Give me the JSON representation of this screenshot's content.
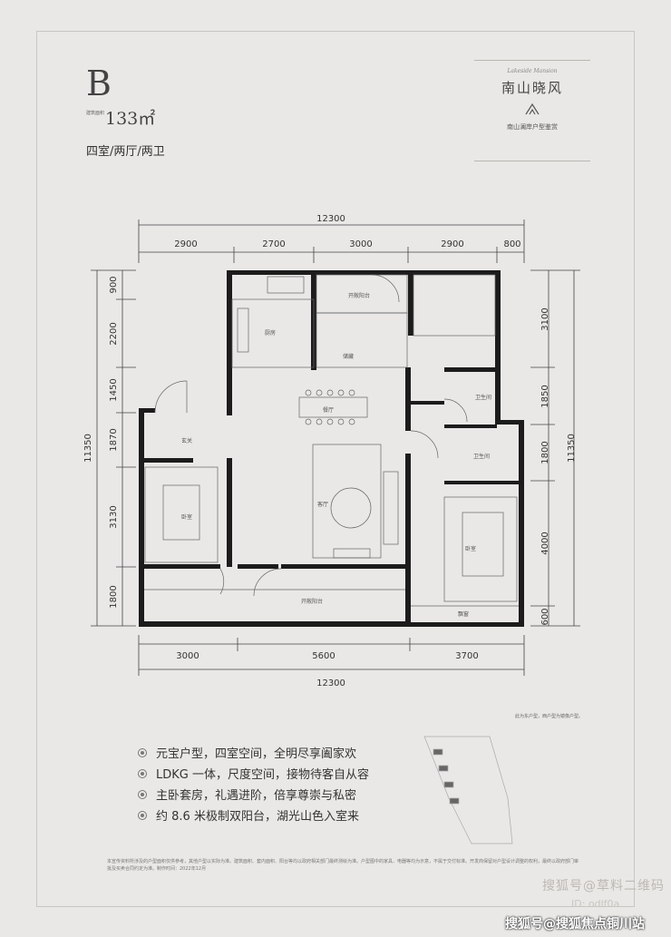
{
  "header": {
    "type_letter": "B",
    "area_small_label": "建筑面积",
    "area_value": "133㎡",
    "rooms": "四室/两厅/两卫"
  },
  "brand": {
    "script": "Lakeside Mansion",
    "name": "南山晓风",
    "subtitle": "南山澜岸户型鉴赏"
  },
  "dimensions": {
    "top_total": "12300",
    "top_segments": [
      "2900",
      "2700",
      "3000",
      "2900",
      "800"
    ],
    "bottom_segments": [
      "3000",
      "5600",
      "3700"
    ],
    "bottom_total": "12300",
    "left_segments": [
      "900",
      "2200",
      "1450",
      "1870",
      "3130",
      "1800"
    ],
    "left_total": "11350",
    "right_segments": [
      "3100",
      "1850",
      "1800",
      "4000",
      "600"
    ],
    "right_total": "11350"
  },
  "rooms": {
    "kitchen": "厨房",
    "open_balcony_top": "开敞阳台",
    "storage": "储藏",
    "dining": "餐厅",
    "bath1": "卫生间",
    "bath2": "卫生间",
    "foyer": "玄关",
    "living": "客厅",
    "bedroom_left": "卧室",
    "bedroom_right": "卧室",
    "open_balcony_bottom": "开敞阳台",
    "bay_window": "飘窗"
  },
  "note": "此为东户型，西户型为镜像户型。",
  "features": [
    "元宝户型，四室空间，全明尽享阖家欢",
    "LDKG 一体，尺度空间，接物待客自从容",
    "主卧套房，礼遇进阶，倍享尊崇与私密",
    "约 8.6 米极制双阳台，湖光山色入室来"
  ],
  "disclaimer": "本宣传资料所涉及的户型面积仅供参考，其他户型以实际为准。建筑面积、套内面积、阳台等均以政府相关部门最终测绘为准。户型图中的家具、电器等均为示意，不属于交付标准。开发商保留对户型设计调整的权利，最终以政府部门审批及买卖合同约定为准。制作时间：2022年12月",
  "watermarks": {
    "wm1": "搜狐号@草料二维码",
    "wm2": "ID: odlf0a",
    "wm3": "搜狐号@搜狐焦点铜川站"
  }
}
